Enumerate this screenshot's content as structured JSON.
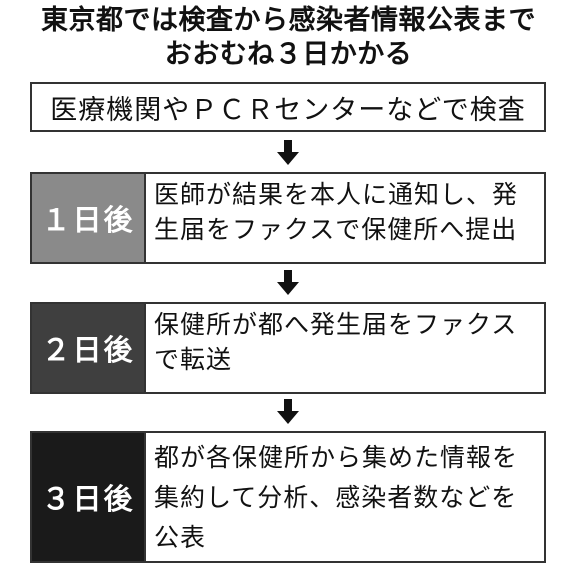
{
  "title": {
    "line1": "東京都では検査から感染者情報公表まで",
    "line2": "おおむね３日かかる"
  },
  "start": {
    "text": "医療機関やＰＣＲセンターなどで検査"
  },
  "steps": [
    {
      "label": "１日後",
      "lines": [
        "医師が結果を本人に通知し、発",
        "生届をファクスで保健所へ提出"
      ],
      "color": "#8a8a8a"
    },
    {
      "label": "２日後",
      "lines": [
        "保健所が都へ発生届をファクス",
        "で転送"
      ],
      "color": "#3f3f3f"
    },
    {
      "label": "３日後",
      "lines": [
        "都が各保健所から集めた情報を",
        "集約して分析、感染者数などを",
        "公表"
      ],
      "color": "#1a1a1a"
    }
  ]
}
